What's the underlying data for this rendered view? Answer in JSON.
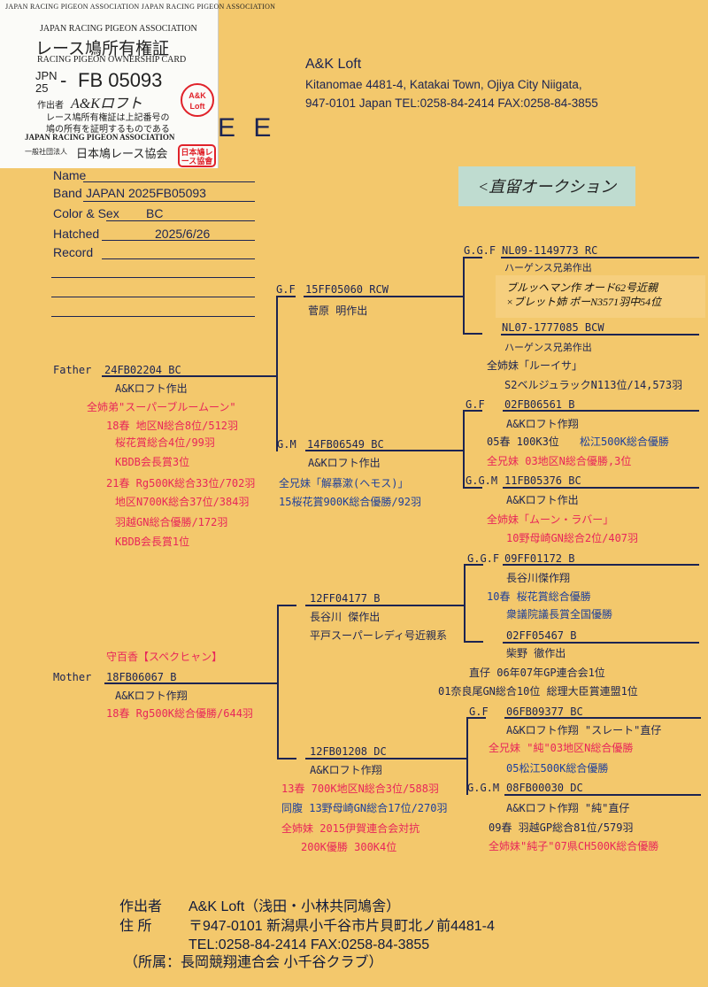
{
  "card": {
    "border_text": "JAPAN RACING PIGEON ASSOCIATION JAPAN RACING PIGEON ASSOCIATION",
    "assoc": "JAPAN RACING PIGEON ASSOCIATION",
    "title_jp": "レース鳩所有権証",
    "title_en": "RACING PIGEON OWNERSHIP CARD",
    "country": "JPN",
    "year": "25",
    "dash": "-",
    "band": "FB  05093",
    "breeder_label": "作出者",
    "breeder_signature": "A&Kロフト",
    "stamp_loft": "A&K Loft",
    "note_line1": "レース鳩所有権証は上記番号の",
    "note_line2": "鳩の所有を証明するものである",
    "assoc_small": "JAPAN RACING PIGEON ASSOCIATION",
    "org_prefix": "一般社団法人",
    "org_name": "日本鳩レース協会",
    "stamp_org": "日本鳩レース協會"
  },
  "title_partial": "E E",
  "loft": {
    "name": "A&K Loft",
    "address_line1": "Kitanomae 4481-4, Katakai Town, Ojiya City Niigata,",
    "address_line2": "947-0101  Japan  TEL:0258-84-2414  FAX:0258-84-3855"
  },
  "sticky_note": "<直留オークション",
  "fields": {
    "name_label": "Name",
    "name_value": "",
    "band_label": "Band",
    "band_value": "JAPAN 2025FB05093",
    "color_label": "Color & Sex",
    "color_value": "BC",
    "hatched_label": "Hatched",
    "hatched_value": "2025/6/26",
    "record_label": "Record",
    "record_value": ""
  },
  "father": {
    "label": "Father",
    "band": "24FB02204 BC",
    "lines": [
      "A&Kロフト作出",
      "全姉弟\"スーパーブルームーン\"",
      "18春  地区N総合8位/512羽",
      "桜花賞総合4位/99羽",
      "KBDB会長賞3位",
      "21春  Rg500K総合33位/702羽",
      "地区N700K総合37位/384羽",
      "羽越GN総合優勝/172羽",
      "KBDB会長賞1位"
    ]
  },
  "ff": {
    "label": "G.F",
    "band": "15FF05060 RCW",
    "lines": [
      "菅原   明作出"
    ],
    "ggf": {
      "label": "G.G.F",
      "band": "NL09-1149773 RC",
      "lines": [
        "ハーゲンス兄弟作出"
      ],
      "handwritten1": "ブルッヘマン作 オード62号近親",
      "handwritten2": "×ブレット姉 ポーN3571羽中54位"
    },
    "ggm": {
      "band": "NL07-1777085 BCW",
      "lines": [
        "ハーゲンス兄弟作出",
        "全姉妹「ルーイサ」",
        "S2ベルジュラックN113位/14,573羽"
      ]
    }
  },
  "fm": {
    "label": "G.M",
    "band": "14FB06549 BC",
    "lines": [
      "A&Kロフト作出",
      "全兄妹「解慕漱(ヘモス)」",
      "15桜花賞900K総合優勝/92羽"
    ],
    "ggf": {
      "label": "G.F",
      "band": "02FB06561 B",
      "lines": [
        "A&Kロフト作翔",
        "05春  100K3位",
        "松江500K総合優勝",
        "全兄妹  03地区N総合優勝,3位"
      ]
    },
    "ggm": {
      "label": "G.G.M",
      "band": "11FB05376 BC",
      "lines": [
        "A&Kロフト作出",
        "全姉妹「ムーン・ラバー」",
        "10野母崎GN総合2位/407羽"
      ]
    }
  },
  "mother": {
    "label": "Mother",
    "name": "守百香【スペクヒャン】",
    "band": "18FB06067 B",
    "lines": [
      "A&Kロフト作翔",
      "18春  Rg500K総合優勝/644羽"
    ]
  },
  "mf": {
    "band": "12FF04177 B",
    "lines": [
      "長谷川   傑作出",
      "平戸スーパーレディ号近親系"
    ],
    "ggf": {
      "label": "G.G.F",
      "band": "09FF01172 B",
      "lines": [
        "長谷川傑作翔",
        "10春  桜花賞総合優勝",
        "衆議院議長賞全国優勝"
      ]
    },
    "ggm": {
      "band": "02FF05467 B",
      "lines": [
        "柴野   徹作出",
        "直仔  06年07年GP連合会1位",
        "01奈良尾GN総合10位   総理大臣賞連盟1位"
      ]
    }
  },
  "mm": {
    "band": "12FB01208 DC",
    "lines": [
      "A&Kロフト作翔",
      "13春  700K地区N総合3位/588羽",
      "同腹  13野母崎GN総合17位/270羽",
      "全姉妹   2015伊賀連合会対抗",
      "200K優勝   300K4位"
    ],
    "ggf": {
      "label": "G.F",
      "band": "06FB09377 BC",
      "lines": [
        "A&Kロフト作翔 \"スレート\"直仔",
        "全兄妹  \"純\"03地区N総合優勝",
        "05松江500K総合優勝"
      ]
    },
    "ggm": {
      "label": "G.G.M",
      "band": "08FB00030 DC",
      "lines": [
        "A&Kロフト作翔 \"純\"直仔",
        "09春  羽越GP総合81位/579羽",
        "全姉妹\"純子\"07県CH500K総合優勝"
      ]
    }
  },
  "footer": {
    "breeder_label": "作出者",
    "breeder_value": "A&K Loft（浅田・小林共同鳩舎）",
    "address_label": "住  所",
    "address_value": "〒947-0101  新潟県小千谷市片貝町北ノ前4481-4",
    "phone_value": "TEL:0258-84-2414  FAX:0258-84-3855",
    "affiliation": "（所属：長岡競翔連合会   小千谷クラブ）"
  },
  "colors": {
    "paper": "#f3c86c",
    "ink": "#1c2452",
    "red": "#e8265a",
    "blue": "#1d3f9c"
  }
}
